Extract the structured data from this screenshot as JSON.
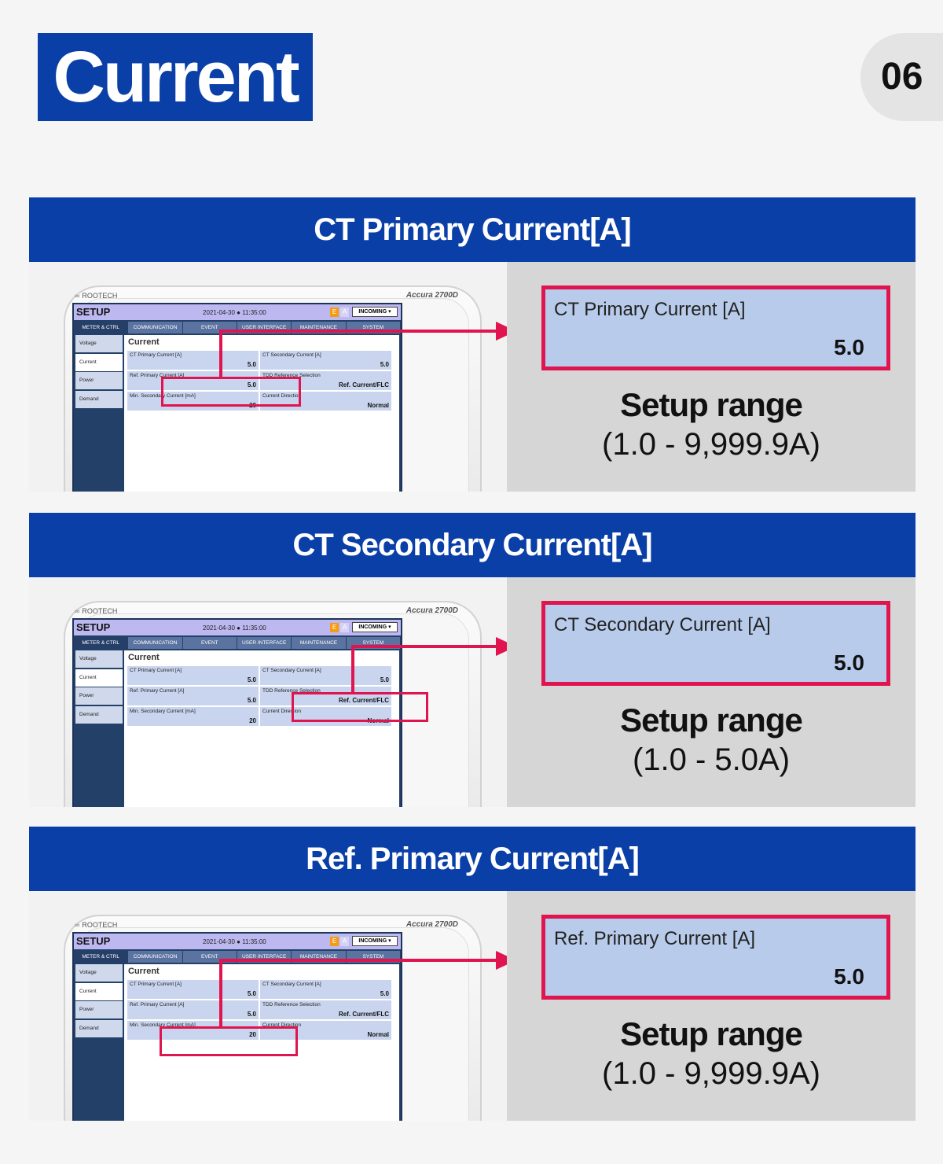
{
  "title": "Current",
  "page_number": "06",
  "sections": [
    {
      "header": "CT Primary Current[A]",
      "detail_label": "CT Primary Current [A]",
      "detail_value": "5.0",
      "range_title": "Setup range",
      "range_value": "(1.0 - 9,999.9A)"
    },
    {
      "header": "CT Secondary Current[A]",
      "detail_label": "CT Secondary Current [A]",
      "detail_value": "5.0",
      "range_title": "Setup range",
      "range_value": "(1.0 - 5.0A)"
    },
    {
      "header": "Ref. Primary Current[A]",
      "detail_label": "Ref. Primary Current [A]",
      "detail_value": "5.0",
      "range_title": "Setup range",
      "range_value": "(1.0 - 9,999.9A)"
    }
  ],
  "device": {
    "brand": "ROOTECH",
    "model": "Accura 2700D",
    "screen_title": "SETUP",
    "datetime": "2021-04-30  ● 11:35:00",
    "badge_e": "E",
    "badge_a": "A",
    "incoming": "INCOMING ▾",
    "tabs": [
      "METER & CTRL",
      "COMMUNICATION",
      "EVENT",
      "USER INTERFACE",
      "MAINTENANCE",
      "SYSTEM"
    ],
    "side_items": [
      "Voltage",
      "Current",
      "Power",
      "Demand"
    ],
    "main_title": "Current",
    "cells": {
      "ct_primary": {
        "label": "CT Primary Current [A]",
        "value": "5.0"
      },
      "ct_secondary": {
        "label": "CT Secondary Current [A]",
        "value": "5.0"
      },
      "ref_primary": {
        "label": "Ref. Primary Current [A]",
        "value": "5.0"
      },
      "tdd": {
        "label": "TDD Reference Selection",
        "value": "Ref. Current/FLC"
      },
      "min_secondary": {
        "label": "Min. Secondary Current [mA]",
        "value": "20"
      },
      "direction": {
        "label": "Current Direction",
        "value": "Normal"
      }
    }
  },
  "colors": {
    "brand_blue": "#0a3fa8",
    "highlight": "#e0144f",
    "value_box": "#b8cbea"
  }
}
